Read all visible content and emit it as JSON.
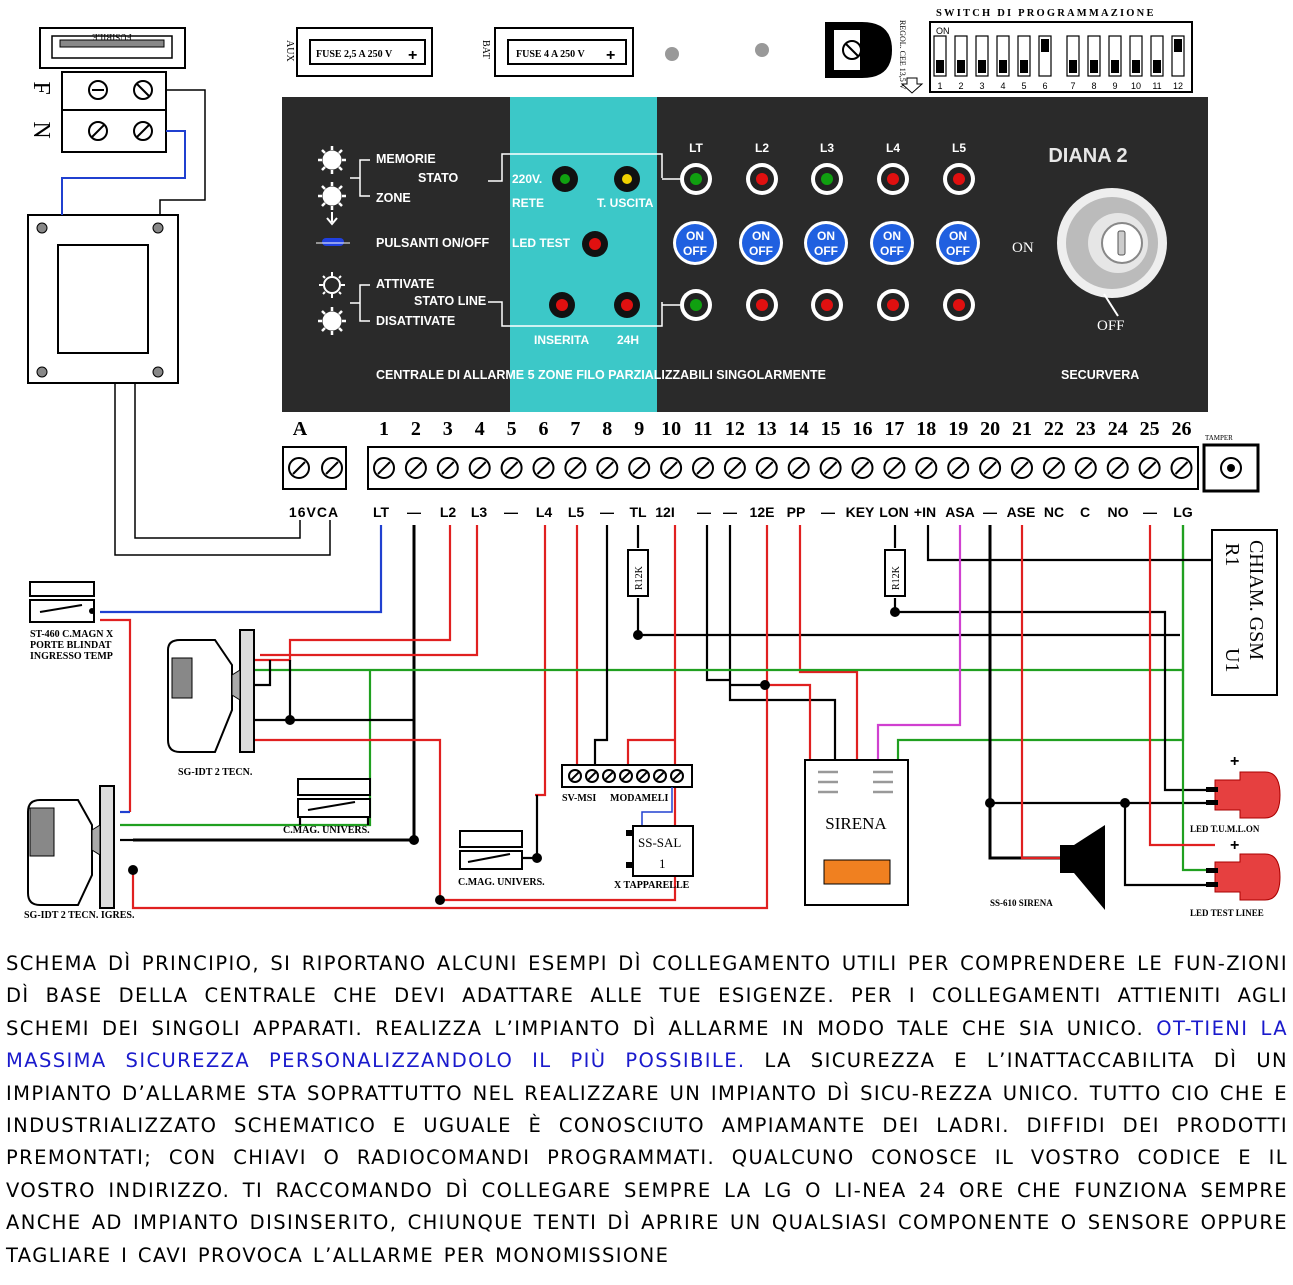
{
  "mains": {
    "f": "F",
    "n": "N",
    "fuse_text": "FUSIBILE"
  },
  "fuses": {
    "aux_label": "AUX",
    "aux_fuse": "FUSE 2,5 A 250 V",
    "bat_label": "BAT",
    "bat_fuse": "FUSE 4 A 250 V"
  },
  "regulator": {
    "label": "REGOL. CEE 13,5 V"
  },
  "switch": {
    "title": "SWITCH DI PROGRAMMAZIONE",
    "on_label": "ON",
    "numbers": [
      "1",
      "2",
      "3",
      "4",
      "5",
      "6",
      "7",
      "8",
      "9",
      "10",
      "11",
      "12"
    ],
    "up_positions": [
      6,
      12
    ]
  },
  "panel": {
    "brand": "DIANA 2",
    "memorie": "MEMORIE",
    "stato": "STATO",
    "zone": "ZONE",
    "pulsanti": "PULSANTI ON/OFF",
    "attivate": "ATTIVATE",
    "stato_linee": "STATO LINE",
    "disattivate": "DISATTIVATE",
    "rete_220": "220V.",
    "rete": "RETE",
    "t_uscita": "T. USCITA",
    "led_test": "LED TEST",
    "inserita": "INSERITA",
    "h24": "24H",
    "line_labels": [
      "LT",
      "L2",
      "L3",
      "L4",
      "L5"
    ],
    "on_text": "ON",
    "off_text": "OFF",
    "key_on": "ON",
    "key_off": "OFF",
    "description": "CENTRALE DI ALLARME 5 ZONE FILO PARZIALIZZABILI SINGOLARMENTE",
    "maker": "SECURVERA"
  },
  "terminal": {
    "power_label": "A",
    "power_function": "16VCA",
    "tamper": "TAMPER",
    "numbers": [
      "1",
      "2",
      "3",
      "4",
      "5",
      "6",
      "7",
      "8",
      "9",
      "10",
      "11",
      "12",
      "13",
      "14",
      "15",
      "16",
      "17",
      "18",
      "19",
      "20",
      "21",
      "22",
      "23",
      "24",
      "25",
      "26"
    ],
    "functions": [
      "LT",
      "—",
      "L2",
      "L3",
      "—",
      "L4",
      "L5",
      "—",
      "TL",
      "12I",
      "—",
      "—",
      "12E",
      "PP",
      "—",
      "KEY",
      "LON",
      "+IN",
      "ASA",
      "—",
      "ASE",
      "NC",
      "C",
      "NO",
      "—",
      "LG"
    ]
  },
  "components": {
    "st460": [
      "ST-460 C.MAGN X",
      "PORTE BLINDAT",
      "INGRESSO TEMP"
    ],
    "sg_idt_1": "SG-IDT 2 TECN.",
    "sg_idt_2": "SG-IDT 2 TECN. IGRES.",
    "cmag_1": "C.MAG. UNIVERS.",
    "cmag_2": "C.MAG. UNIVERS.",
    "svmsi": "SV-MSI",
    "modameli": "MODAMELI",
    "sssal": "SS-SAL",
    "sssal_num": "1",
    "tapparelle": "X TAPPARELLE",
    "sirena": "SIRENA",
    "ss610": "SS-610 SIRENA",
    "led_tuml": "LED T.U.M.L.ON",
    "led_test_linee": "LED TEST LINEE",
    "r12k": "R12K",
    "gsm_1": "CHIAM. GSM",
    "gsm_r1": "R1",
    "gsm_u1": "U1",
    "plus": "+"
  },
  "caption": {
    "p1": "SCHEMA DÌ PRINCIPIO, SI RIPORTANO ALCUNI ESEMPI DÌ COLLEGAMENTO UTILI PER COMPRENDERE LE FUN-ZIONI DÌ BASE DELLA CENTRALE CHE DEVI ADATTARE ALLE TUE ESIGENZE. PER I COLLEGAMENTI ATTIENITI AGLI SCHEMI  DEI SINGOLI APPARATI. REALIZZA L’IMPIANTO DÌ ALLARME IN MODO TALE CHE SIA UNICO. ",
    "highlight": "OT-TIENI LA MASSIMA SICUREZZA PERSONALIZZANDOLO IL PIÙ POSSIBILE.",
    "p2": " LA SICUREZZA E L’INATTACCABILITA DÌ UN IMPIANTO D’ALLARME STA SOPRATTUTTO NEL REALIZZARE UN IMPIANTO DÌ SICU-REZZA UNICO. TUTTO CIO CHE E INDUSTRIALIZZATO SCHEMATICO E UGUALE È CONOSCIUTO AMPIAMANTE DEI LADRI. DIFFIDI DEI PRODOTTI PREMONTATI; CON CHIAVI O RADIOCOMANDI PROGRAMMATI. QUALCUNO CONOSCE IL VOSTRO CODICE E IL VOSTRO INDIRIZZO. TI RACCOMANDO DÌ COLLEGARE SEMPRE LA LG O LI-NEA 24 ORE CHE FUNZIONA SEMPRE ANCHE AD IMPIANTO DISINSERITO, CHIUNQUE TENTI DÌ APRIRE UN QUALSIASI COMPONENTE O SENSORE OPPURE TAGLIARE I CAVI PROVOCA L’ALLARME PER MONOMISSIONE"
  },
  "colors": {
    "panel_bg": "#2a2a2a",
    "panel_teal": "#3cc8c8",
    "led_red": "#e01010",
    "led_green": "#10a010",
    "led_yellow": "#f0d000",
    "button_blue": "#2060e0",
    "wire_red": "#e02020",
    "wire_green": "#20a020",
    "wire_blue": "#2040d0",
    "wire_pink": "#d040d0",
    "wire_black": "#000000",
    "caption_highlight": "#1a1acc"
  }
}
